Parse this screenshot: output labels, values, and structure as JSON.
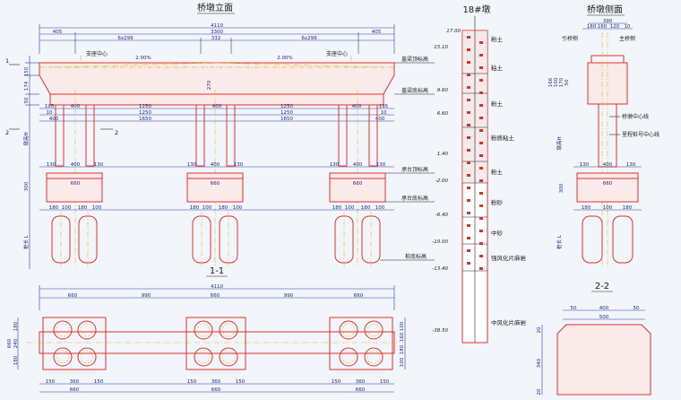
{
  "titles": {
    "elevation": "桥墩立面",
    "section": "18#墩",
    "side": "桥墩侧面",
    "plan": "1-1",
    "sec22": "2-2"
  },
  "elevation": {
    "total": "4110",
    "sub": "3300",
    "edge_left": "405",
    "edge_right": "405",
    "span_left": "6x299",
    "span_mid": "332",
    "span_right": "6x299",
    "slope_left": "2.00%",
    "slope_right": "2.00%",
    "bearing_left": "支座中心",
    "bearing_right": "支座中心",
    "h1": "150",
    "h2": "174",
    "h3": "50",
    "h_mid": "270",
    "row1": [
      "195",
      "400",
      "1250",
      "400",
      "1250",
      "400",
      "195"
    ],
    "row2": [
      "10",
      "1250",
      "1250",
      "10"
    ],
    "row3": [
      "400",
      "1650",
      "1650",
      "400"
    ],
    "col_label": "墩高H",
    "col_parts": [
      "130",
      "400",
      "130"
    ],
    "cap_w": "660",
    "pile_dims": [
      "180",
      "100",
      "180",
      "100"
    ],
    "cap_h": "300",
    "pile_label": "桩长 L",
    "sec_mark_1": "1",
    "sec_mark_2": "2",
    "labels": [
      "盖梁顶标高",
      "盖梁底标高",
      "承台顶标高",
      "承台底标高",
      "桩底标高"
    ]
  },
  "borehole": {
    "elevs": [
      "17.00",
      "15.10",
      "9.60",
      "6.60",
      "1.40",
      "-2.00",
      "-6.40",
      "-10.00",
      "-13.40",
      "-38.50"
    ],
    "layers": [
      "粉土",
      "粘土",
      "粉土",
      "粉质粘土",
      "粉土",
      "粉砂",
      "中砂",
      "强风化片麻岩",
      "中风化片麻岩"
    ]
  },
  "side": {
    "left_label": "引桥侧",
    "right_label": "主桥侧",
    "top": "390",
    "top_parts": [
      "180",
      "160",
      "120",
      "10"
    ],
    "heights": [
      "166",
      "100",
      "170",
      "50"
    ],
    "col_label": "墩高H",
    "note1": "桥墩中心线",
    "note2": "里程桩号中心线",
    "col_parts": [
      "130",
      "400",
      "130"
    ],
    "cap_w": "660",
    "pile_dims": [
      "180",
      "100",
      "180"
    ],
    "cap_h": "300",
    "pile_label": "桩长 L"
  },
  "plan": {
    "total": "4110",
    "dims": [
      "660",
      "990",
      "660",
      "990",
      "660"
    ],
    "left_dims": [
      "180",
      "240",
      "180"
    ],
    "left_total": "660",
    "right_dims": [
      "100",
      "160",
      "180",
      "100"
    ],
    "bottom": [
      "150",
      "360",
      "150",
      "150",
      "360",
      "150",
      "150",
      "360",
      "150"
    ],
    "bottom_total": [
      "660",
      "660",
      "660"
    ]
  },
  "sec22": {
    "top": [
      "50",
      "400",
      "50"
    ],
    "total": "500",
    "left": [
      "20",
      "340",
      "20"
    ]
  }
}
